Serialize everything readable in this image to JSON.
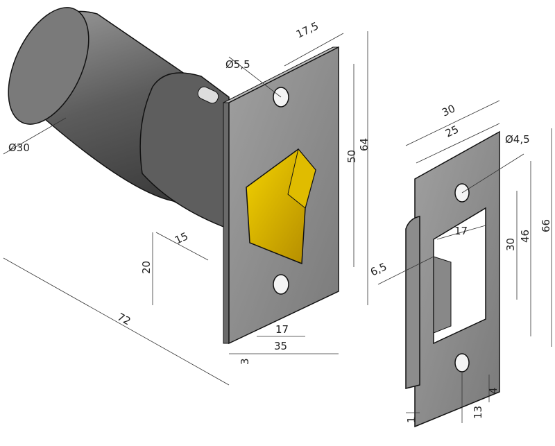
{
  "title": "Latch and strike plate dimension drawing",
  "colors": {
    "metal": "#8a8a8a",
    "cylinder": "#6e6e6e",
    "bolt": "#d8b400",
    "line": "#333333"
  },
  "latch": {
    "plate_width": "17,5",
    "hole_diameter": "Ø5,5",
    "cylinder_diameter": "Ø30",
    "hole_spacing": "50",
    "plate_height": "64",
    "bolt_projection": "15",
    "bolt_height": "20",
    "overall_length": "72",
    "bolt_width": "17",
    "backset_width": "35",
    "plate_thickness": "3"
  },
  "strike": {
    "overall_width": "30",
    "plate_width": "25",
    "hole_diameter": "Ø4,5",
    "opening_width": "17",
    "opening_height": "30",
    "hole_spacing": "46",
    "overall_height": "66",
    "lip_depth": "6,5",
    "edge_offset": "4",
    "hole_offset": "13",
    "thickness": "1"
  }
}
